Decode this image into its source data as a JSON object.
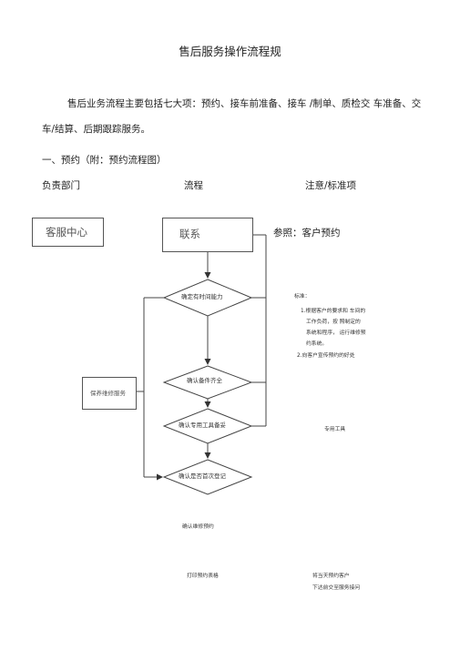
{
  "document": {
    "title": "售后服务操作流程规",
    "intro": "售后业务流程主要包括七大项：预约、接车前准备、接车 /制单、质检交 车准备、交车/结算、后期跟踪服务。",
    "section_heading": "一、预约（附：预约流程图）",
    "columns": [
      "负责部门",
      "流程",
      "注意/标准项"
    ]
  },
  "flowchart": {
    "dept_box": "客服中心",
    "contact_box": "联系",
    "reference": "参照：客户预约",
    "diamond_1": "确定有时间能力",
    "diamond_2": "确认备件齐全",
    "diamond_3": "确认专用工具备妥",
    "diamond_4": "确认是否首次登记",
    "service_box": "保养维修服务",
    "standard_title": "标准：",
    "standard_lines": [
      "1.根据客户的要求和  车间的",
      "工作负荷，按  照制定的",
      "系统和程序，  运行维修预",
      "约系统。",
      "2.向客户宣传预约的好处"
    ],
    "tool_note": "专用工具",
    "confirm_note": "确认维修预约",
    "print_note": "打印预约表格",
    "reminder_line_1": "将当天预约客户",
    "reminder_line_2": "下达前交至服务接问"
  }
}
